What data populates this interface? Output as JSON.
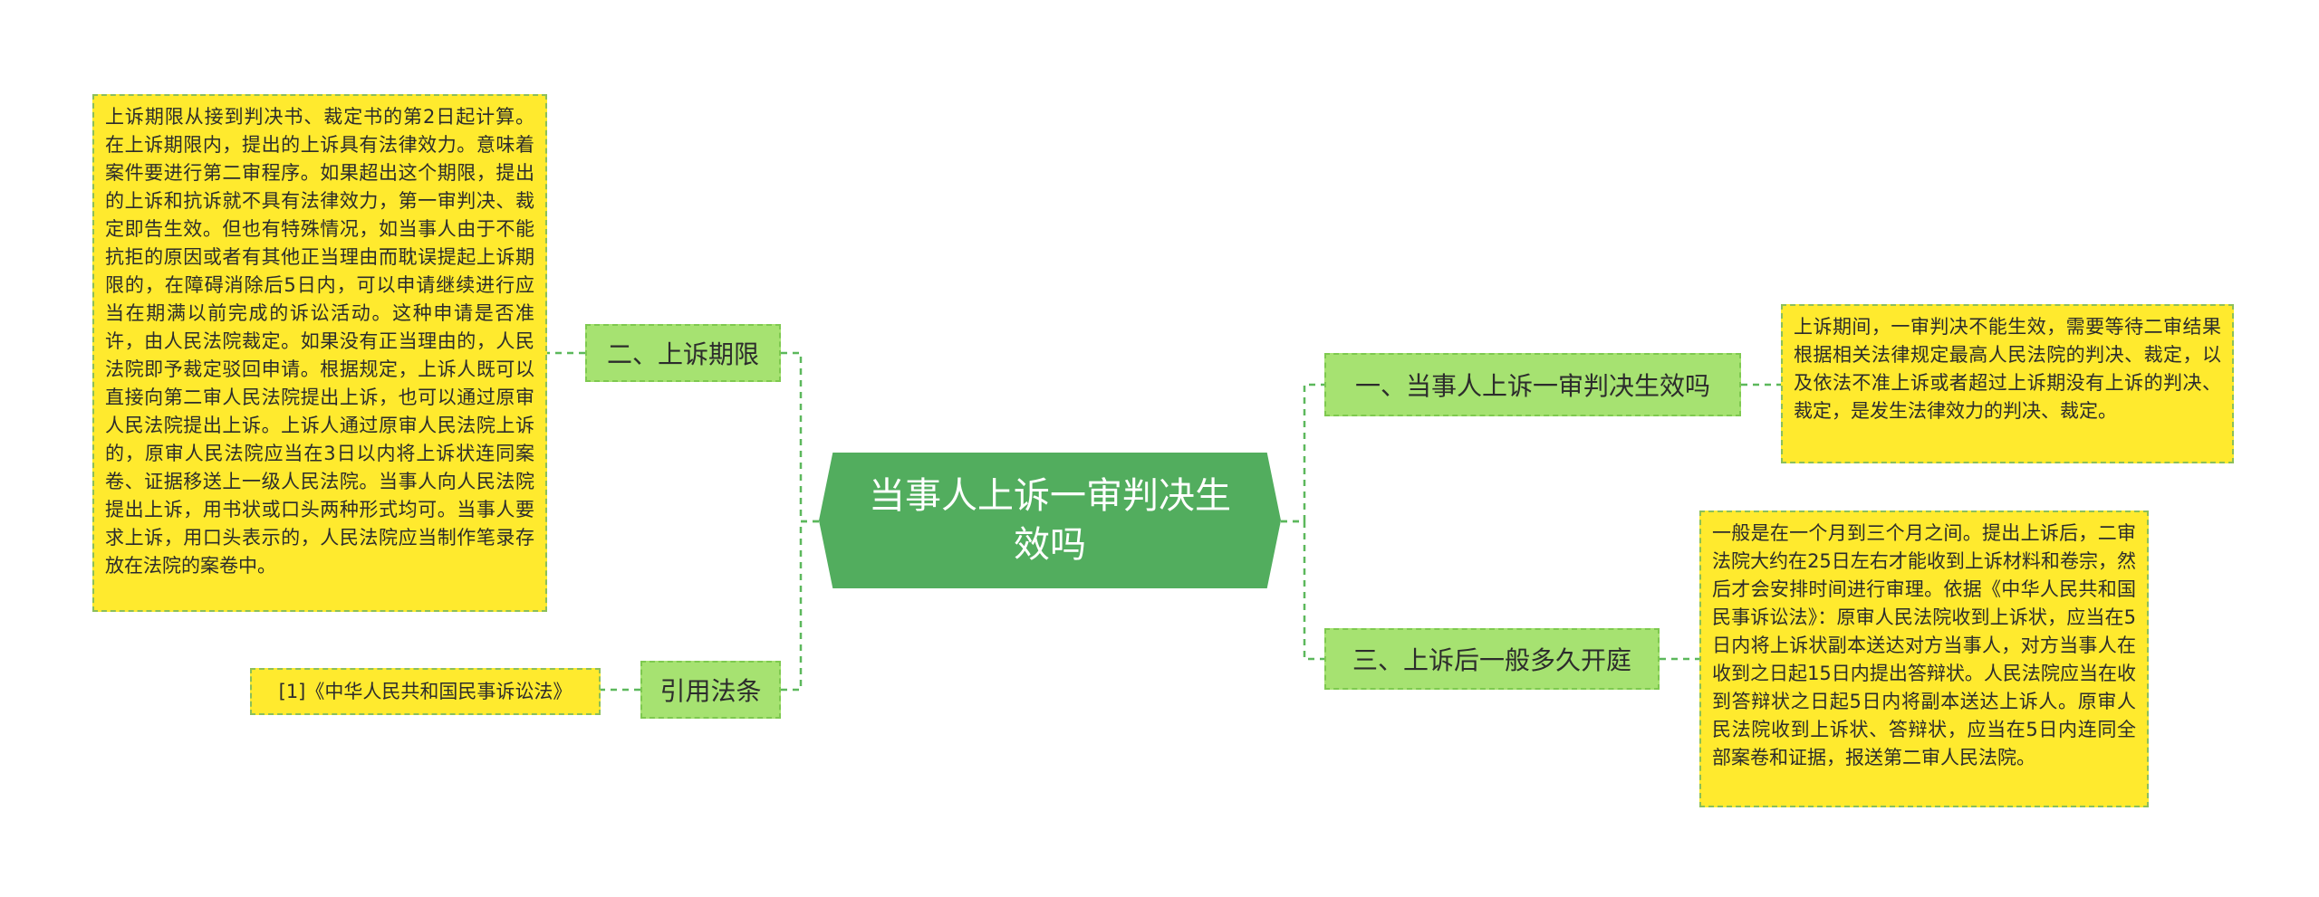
{
  "center": {
    "title": "当事人上诉一审判决生效吗"
  },
  "branches": {
    "left_1": {
      "label": "二、上诉期限"
    },
    "left_2": {
      "label": "引用法条"
    },
    "right_1": {
      "label": "一、当事人上诉一审判决生效吗"
    },
    "right_2": {
      "label": "三、上诉后一般多久开庭"
    }
  },
  "notes": {
    "left_1": "上诉期限从接到判决书、裁定书的第2日起计算。在上诉期限内，提出的上诉具有法律效力。意味着案件要进行第二审程序。如果超出这个期限，提出的上诉和抗诉就不具有法律效力，第一审判决、裁定即告生效。但也有特殊情况，如当事人由于不能抗拒的原因或者有其他正当理由而耽误提起上诉期限的，在障碍消除后5日内，可以申请继续进行应当在期满以前完成的诉讼活动。这种申请是否准许，由人民法院裁定。如果没有正当理由的，人民法院即予裁定驳回申请。根据规定，上诉人既可以直接向第二审人民法院提出上诉，也可以通过原审人民法院提出上诉。上诉人通过原审人民法院上诉的，原审人民法院应当在3日以内将上诉状连同案卷、证据移送上一级人民法院。当事人向人民法院提出上诉，用书状或口头两种形式均可。当事人要求上诉，用口头表示的，人民法院应当制作笔录存放在法院的案卷中。",
    "left_2": "[1]《中华人民共和国民事诉讼法》",
    "right_1": "上诉期间，一审判决不能生效，需要等待二审结果根据相关法律规定最高人民法院的判决、裁定，以及依法不准上诉或者超过上诉期没有上诉的判决、裁定，是发生法律效力的判决、裁定。",
    "right_2": "一般是在一个月到三个月之间。提出上诉后，二审法院大约在25日左右才能收到上诉材料和卷宗，然后才会安排时间进行审理。依据《中华人民共和国民事诉讼法》：原审人民法院收到上诉状，应当在5日内将上诉状副本送达对方当事人，对方当事人在收到之日起15日内提出答辩状。人民法院应当在收到答辩状之日起5日内将副本送达上诉人。原审人民法院收到上诉状、答辩状，应当在5日内连同全部案卷和证据，报送第二审人民法院。"
  },
  "colors": {
    "center": "#52ad5e",
    "branch": "#a6e271",
    "note": "#ffea2e",
    "connector": "#5cb85c"
  }
}
